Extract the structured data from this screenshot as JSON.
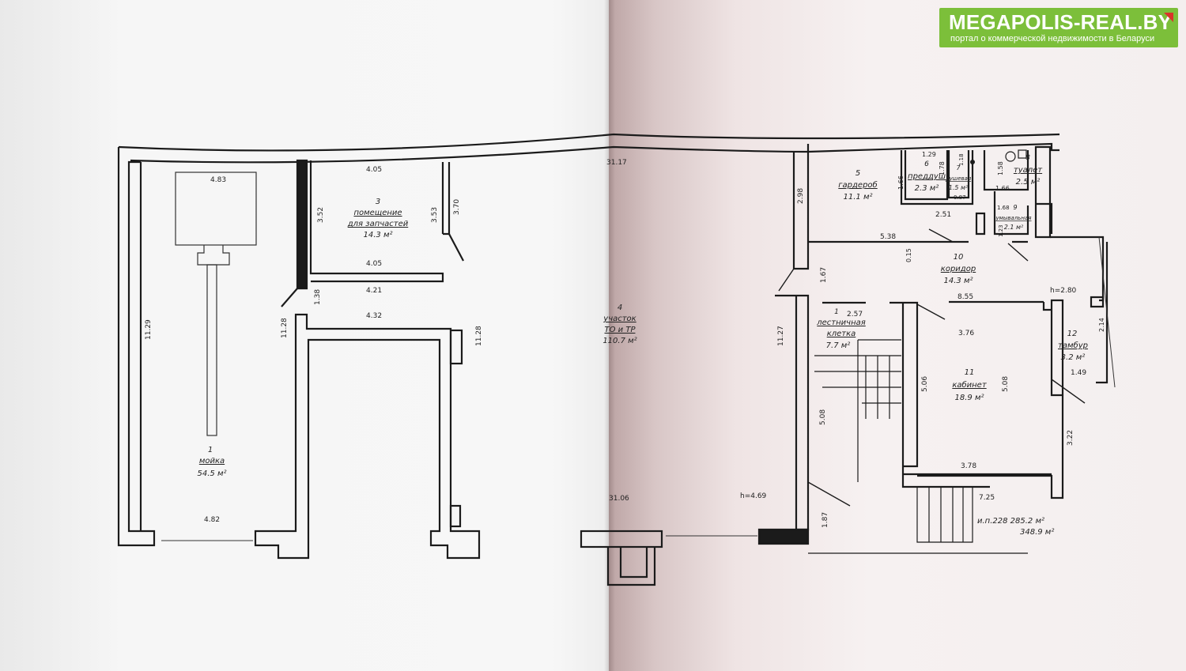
{
  "logo": {
    "site": "MEGAPOLIS-REAL.BY",
    "tagline": "портал о коммерческой недвижимости в Беларуси"
  },
  "rooms": [
    {
      "num": "1",
      "name": "мойка",
      "area": "54.5 м²"
    },
    {
      "num": "3",
      "name": "помещение",
      "name2": "для запчастей",
      "area": "14.3 м²"
    },
    {
      "num": "4",
      "name": "участок",
      "name2": "ТО и ТР",
      "area": "110.7 м²"
    },
    {
      "num": "5",
      "name": "гардероб",
      "area": "11.1 м²"
    },
    {
      "num": "6",
      "name": "преддуш",
      "area": "2.3 м²"
    },
    {
      "num": "7",
      "name": "душевая",
      "area": "1.5 м²"
    },
    {
      "num": "8",
      "name": "туалет",
      "area": "2.5 м²"
    },
    {
      "num": "9",
      "name": "умывальная",
      "area": "2.1 м²"
    },
    {
      "num": "10",
      "name": "коридор",
      "area": "14.3 м²"
    },
    {
      "num": "1",
      "name": "лестничная",
      "name2": "клетка",
      "area": "7.7 м²"
    },
    {
      "num": "11",
      "name": "кабинет",
      "area": "18.9 м²"
    },
    {
      "num": "12",
      "name": "тамбур",
      "area": "3.2 м²"
    }
  ],
  "dims": {
    "d483": "4.83",
    "d1129": "11.29",
    "d405a": "4.05",
    "d352": "3.52",
    "d353": "3.53",
    "d370": "3.70",
    "d405b": "4.05",
    "d421": "4.21",
    "d138": "1.38",
    "d1128a": "11.28",
    "d432": "4.32",
    "d1128b": "11.28",
    "d482": "4.82",
    "d3117": "31.17",
    "d3106": "31.06",
    "d298": "2.98",
    "d129": "1.29",
    "d178": "1.78",
    "d166a": "1.66",
    "d118": "1.18",
    "d087": "0.87",
    "d158": "1.58",
    "d166b": "1.66",
    "d168": "1.68",
    "d123": "1.23",
    "d251": "2.51",
    "d538": "5.38",
    "d015": "0.15",
    "d167": "1.67",
    "d1127": "11.27",
    "d257": "2.57",
    "d855": "8.55",
    "d376": "3.76",
    "d506": "5.06",
    "d508a": "5.08",
    "d508b": "5.08",
    "d378": "3.78",
    "d322": "3.22",
    "d214": "2.14",
    "d149": "1.49",
    "d187": "1.87",
    "d725": "7.25",
    "h280": "h=2.80",
    "h469": "h=4.69"
  },
  "totals": {
    "line1": "и.п.228  285.2 м²",
    "line2": "348.9 м²"
  }
}
